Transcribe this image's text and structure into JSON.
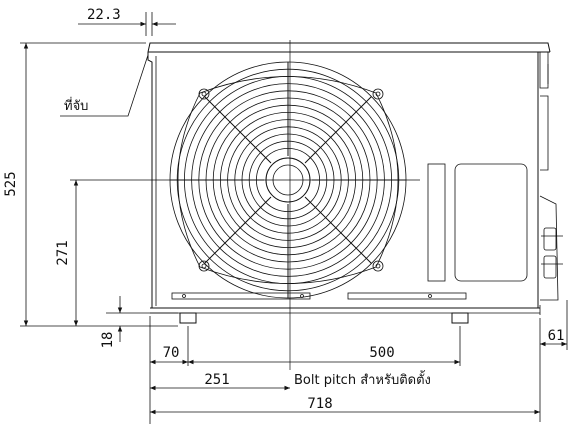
{
  "drawing": {
    "handle_label": "ที่จับ",
    "bolt_pitch_label": "Bolt pitch สำหรับติดตั้ง",
    "dimensions": {
      "top_offset": "22.3",
      "height": "525",
      "center_height": "271",
      "foot_height": "18",
      "foot_offset": "70",
      "bolt_pitch": "500",
      "fan_center": "251",
      "width": "718",
      "side_depth": "61"
    }
  }
}
